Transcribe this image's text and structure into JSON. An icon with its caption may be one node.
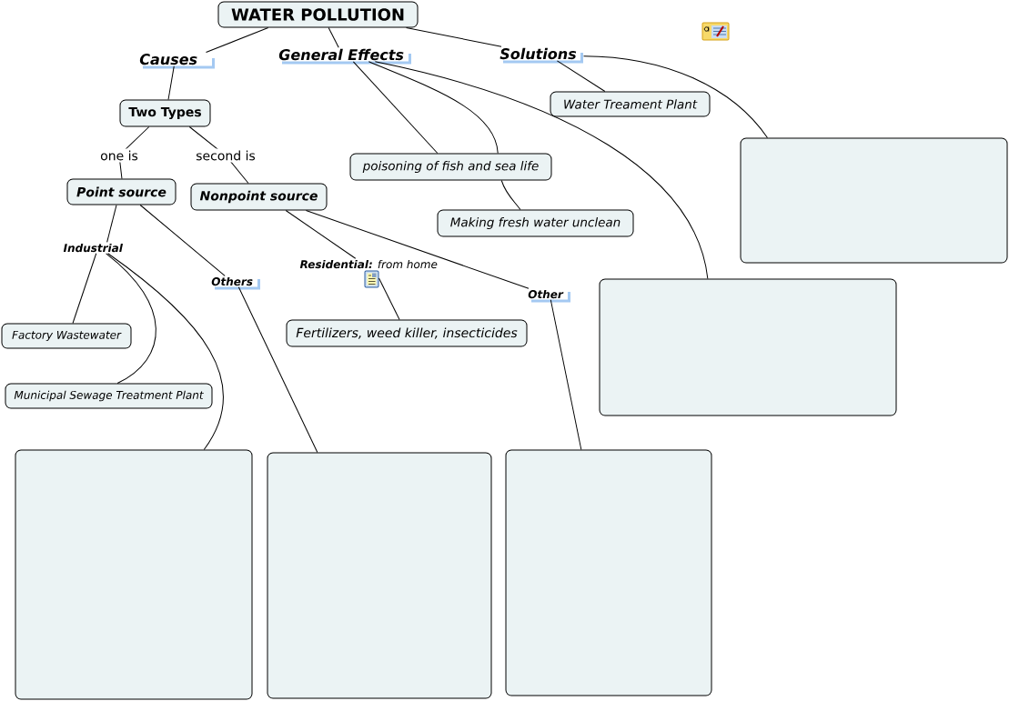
{
  "diagram": {
    "nodes": [
      {
        "text": [
          "WATER POLLUTION"
        ]
      },
      {
        "text": [
          "Causes"
        ]
      },
      {
        "text": [
          "General Effects"
        ]
      },
      {
        "text": [
          "Solutions"
        ]
      },
      {
        "text": [
          "Two Types"
        ]
      },
      {
        "text": [
          "Water Treament Plant"
        ]
      },
      {
        "text": [],
        "shape": "box"
      },
      {
        "text": [
          "poisoning of fish and sea life"
        ]
      },
      {
        "text": [
          "Point source"
        ]
      },
      {
        "text": [
          "Nonpoint source"
        ]
      },
      {
        "text": [
          "Making fresh water unclean"
        ]
      },
      {
        "text": [
          "Industrial"
        ]
      },
      {
        "text": [
          "**Residential:** from home"
        ]
      },
      {
        "text": [],
        "shape": "picture"
      },
      {
        "text": [],
        "shape": "box"
      },
      {
        "text": [
          "Others"
        ]
      },
      {
        "text": [
          "Other"
        ]
      },
      {
        "text": [
          "Fertilizers, weed killer, insecticides"
        ]
      },
      {
        "text": [
          "Factory Wastewater"
        ]
      },
      {
        "text": [
          "Municipal Sewage Treatment Plant"
        ]
      },
      {
        "text": [],
        "shape": "box"
      },
      {
        "text": [],
        "shape": "box"
      },
      {
        "text": [],
        "shape": "box"
      }
    ],
    "edges": [
      {
        "from": 0,
        "to": 1,
        "arrow": "none"
      },
      {
        "from": 0,
        "to": 2,
        "arrow": "none"
      },
      {
        "from": 0,
        "to": 3,
        "arrow": "none"
      },
      {
        "from": 1,
        "to": 4,
        "arrow": "none"
      },
      {
        "from": 3,
        "to": 5,
        "arrow": "none"
      },
      {
        "from": 3,
        "to": 6,
        "arrow": "none"
      },
      {
        "from": 2,
        "to": 7,
        "arrow": "none"
      },
      {
        "from": 2,
        "to": 7,
        "arrow": "none"
      },
      {
        "from": 2,
        "to": 14,
        "arrow": "none"
      },
      {
        "from": 4,
        "to": 8,
        "arrow": "none",
        "label": "one is"
      },
      {
        "from": 4,
        "to": 9,
        "arrow": "none",
        "label": "second is"
      },
      {
        "from": 8,
        "to": 11,
        "arrow": "none"
      },
      {
        "from": 8,
        "to": 15,
        "arrow": "none"
      },
      {
        "from": 9,
        "to": 12,
        "arrow": "none"
      },
      {
        "from": 9,
        "to": 16,
        "arrow": "none"
      },
      {
        "from": 11,
        "to": 18,
        "arrow": "none"
      },
      {
        "from": 11,
        "to": 19,
        "arrow": "none"
      },
      {
        "from": 11,
        "to": 20,
        "arrow": "none"
      },
      {
        "from": 13,
        "to": 17,
        "arrow": "none"
      },
      {
        "from": 15,
        "to": 21,
        "arrow": "none"
      },
      {
        "from": 16,
        "to": 22,
        "arrow": "none"
      },
      {
        "from": 7,
        "to": 10,
        "arrow": "none"
      }
    ]
  }
}
